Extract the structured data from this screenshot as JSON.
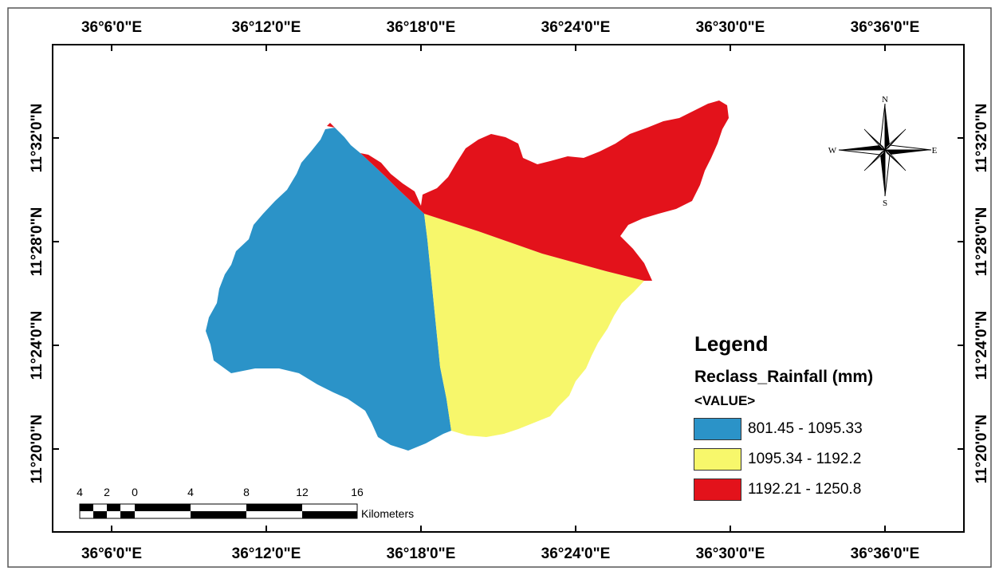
{
  "map": {
    "legend_title": "Legend",
    "layer_name": "Reclass_Rainfall (mm)",
    "field_name": "<VALUE>",
    "classes": [
      {
        "label": "801.45 - 1095.33",
        "color": "#2b93c8"
      },
      {
        "label": "1095.34 - 1192.2",
        "color": "#f7f76b"
      },
      {
        "label": "1192.21 - 1250.8",
        "color": "#e3121b"
      }
    ],
    "longitude_ticks": [
      "36°6'0\"E",
      "36°12'0\"E",
      "36°18'0\"E",
      "36°24'0\"E",
      "36°30'0\"E",
      "36°36'0\"E"
    ],
    "latitude_ticks": [
      "11°32'0\"N",
      "11°28'0\"N",
      "11°24'0\"N",
      "11°20'0\"N"
    ],
    "north_arrow": {
      "n": "N",
      "s": "S",
      "e": "E",
      "w": "W"
    },
    "scale_bar": {
      "tick_labels": [
        "4",
        "2",
        "0",
        "4",
        "8",
        "12",
        "16"
      ],
      "unit": "Kilometers"
    }
  }
}
